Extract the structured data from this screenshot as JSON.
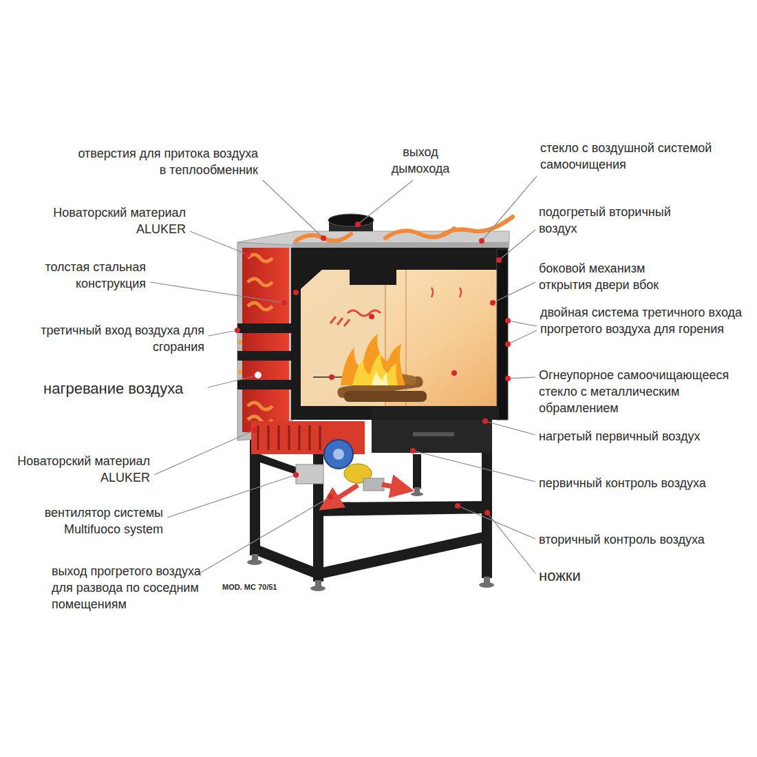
{
  "diagram": {
    "labels": [
      "отверстия для притока воздуха в теплообменник",
      "выход дымохода",
      "стекло с воздушной системой самоочищения",
      "Новаторский материал ALUKER",
      "подогретый вторичный воздух",
      "толстая стальная конструкция",
      "боковой механизм открытия двери вбок",
      "третичный вход воздуха для сгорания",
      "двойная система третичного входа прогретого воздуха для горения",
      "нагревание воздуха",
      "Огнеупорное самоочищающееся стекло с металлическим обрамлением",
      "нагретый первичный воздух",
      "Новаторский материал ALUKER",
      "первичный контроль воздуха",
      "вентилятор системы Multifuoco system",
      "вторичный контроль воздуха",
      "выход прогретого воздуха для развода по соседним помещениям",
      "MOD. MC 70/51",
      "ножки"
    ]
  }
}
